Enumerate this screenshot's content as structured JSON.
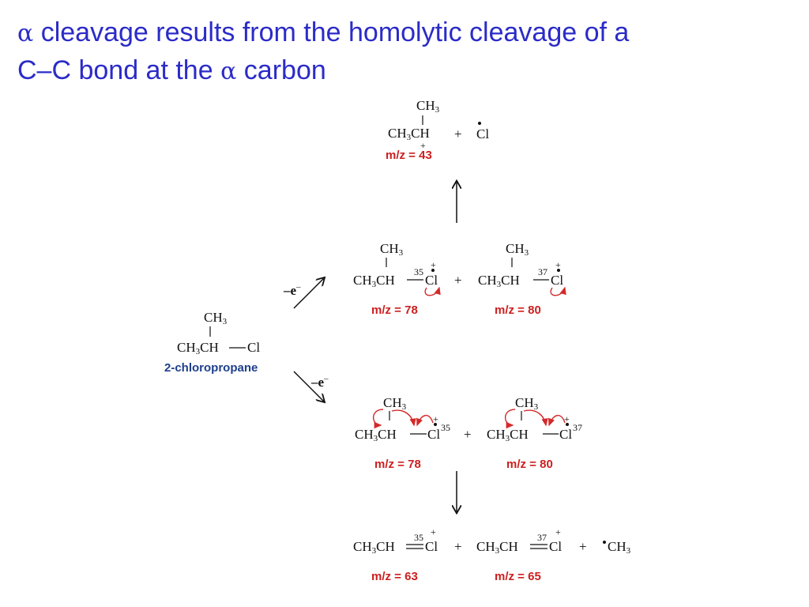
{
  "title": {
    "line1_alpha": "α",
    "line1_text": "cleavage results from the homolytic cleavage of a",
    "line2_text": "C–C bond at the",
    "line2_alpha": "α",
    "line2_end": "carbon"
  },
  "molecules": {
    "plus": "+",
    "ch3": "CH",
    "three": "3",
    "cl": "Cl",
    "radical_cation": "+",
    "electron_loss": "–e",
    "electron_sup": "–",
    "iso35": "35",
    "iso37": "37",
    "start_chain": "CH",
    "start_ch": "CH",
    "start_name": "2-chloropropane"
  },
  "products": {
    "top_mz": "m/z = 43",
    "ion_a_mz": "m/z = 78",
    "ion_b_mz": "m/z = 80",
    "ion_c_mz": "m/z = 78",
    "ion_d_mz": "m/z = 80",
    "final_a_mz": "m/z = 63",
    "final_b_mz": "m/z = 65",
    "methyl_radical": "CH"
  },
  "colors": {
    "title": "#2b2bc8",
    "mz_label": "#cc1f1f",
    "compound_name": "#1e3f8c",
    "curved_arrows": "#d42a2a"
  }
}
